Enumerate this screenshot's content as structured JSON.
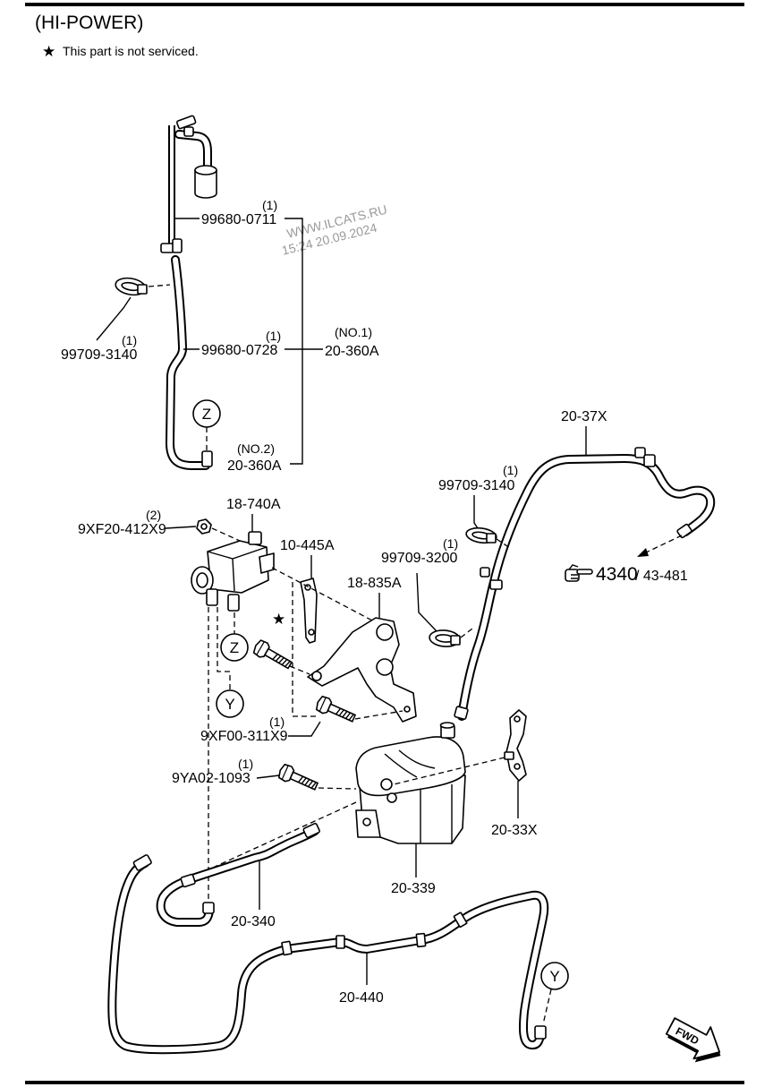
{
  "header": {
    "title": "(HI-POWER)",
    "note_symbol": "★",
    "note": "This part is not serviced."
  },
  "watermark": {
    "site": "WWW.ILCATS.RU",
    "timestamp": "15:24 20.09.2024"
  },
  "callouts": {
    "hose_99680_0711": {
      "qty": "(1)",
      "part": "99680-0711"
    },
    "clip_99709_3140_left": {
      "qty": "(1)",
      "part": "99709-3140"
    },
    "hose_99680_0728": {
      "qty": "(1)",
      "part": "99680-0728"
    },
    "hose_assy_20_360a_no1": {
      "note": "(NO.1)",
      "part": "20-360A"
    },
    "hose_assy_20_360a_no2": {
      "note": "(NO.2)",
      "part": "20-360A"
    },
    "hose_20_37x": {
      "part": "20-37X"
    },
    "clip_99709_3140_right": {
      "qty": "(1)",
      "part": "99709-3140"
    },
    "solenoid_18_740a": {
      "part": "18-740A"
    },
    "nut_9xf20_412x9": {
      "qty": "(2)",
      "part": "9XF20-412X9"
    },
    "bracket_10_445a": {
      "part": "10-445A"
    },
    "clip_99709_3200": {
      "qty": "(1)",
      "part": "99709-3200"
    },
    "bracket_18_835a": {
      "part": "18-835A"
    },
    "bolt_not_serviced": {
      "mark": "★"
    },
    "bolt_9xf00_311x9": {
      "qty": "(1)",
      "part": "9XF00-311X9"
    },
    "bolt_9ya02_1093": {
      "qty": "(1)",
      "part": "9YA02-1093"
    },
    "bracket_20_33x": {
      "part": "20-33X"
    },
    "canister_20_339": {
      "part": "20-339"
    },
    "hose_20_340": {
      "part": "20-340"
    },
    "hose_20_440": {
      "part": "20-440"
    }
  },
  "reference": {
    "icon": "pointing-hand-icon",
    "group": "4340",
    "subgroup": "/ 43-481"
  },
  "connectors": {
    "z_upper": "Z",
    "z_lower": "Z",
    "y_upper": "Y",
    "y_lower": "Y"
  },
  "forward_indicator": {
    "icon": "fwd-arrow-icon",
    "label": "FWD"
  }
}
